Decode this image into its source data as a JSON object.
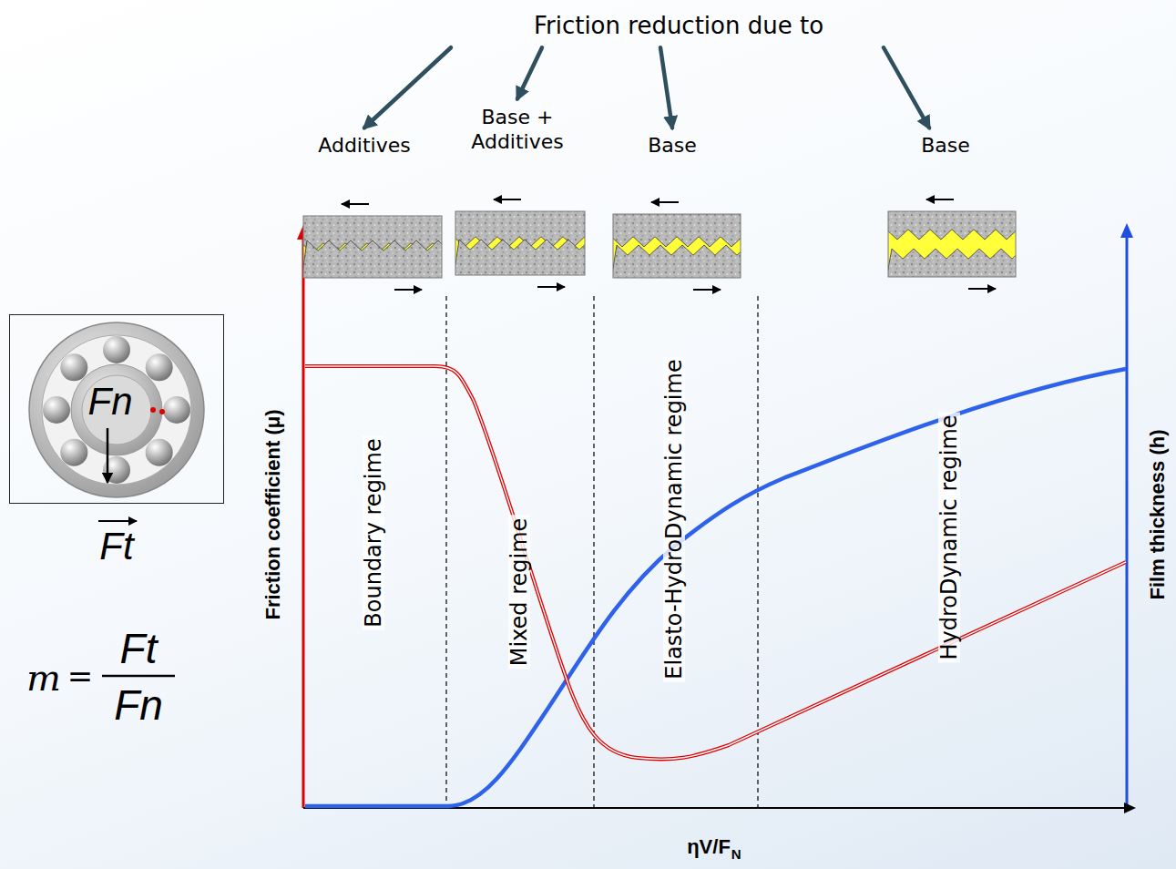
{
  "diagram": {
    "nodes": [
      {
        "text": [
          "Friction reduction due to"
        ]
      },
      {
        "text": [
          "Additives"
        ]
      },
      {
        "text": [
          "Base + Additives"
        ]
      },
      {
        "text": [
          "Base"
        ]
      },
      {
        "text": [
          "Base"
        ]
      },
      {
        "text": [
          "Boundary regime"
        ]
      },
      {
        "text": [
          "Mixed regime"
        ]
      },
      {
        "text": [
          "Elasto-HydroDynamic regime"
        ]
      },
      {
        "text": [
          "HydroDynamic regime"
        ]
      },
      {
        "text": [
          "Fn"
        ]
      }
    ],
    "edges": [
      {
        "from": 0,
        "to": 1,
        "arrow": "to"
      },
      {
        "from": 0,
        "to": 2,
        "arrow": "to"
      },
      {
        "from": 0,
        "to": 3,
        "arrow": "to"
      },
      {
        "from": 0,
        "to": 4,
        "arrow": "to"
      }
    ],
    "labels": [
      "Ft",
      "m",
      "=",
      "Ft",
      "Fn",
      "Friction coefficient (μ)",
      "Film thickness (h)",
      "ηV/F",
      "N"
    ]
  }
}
